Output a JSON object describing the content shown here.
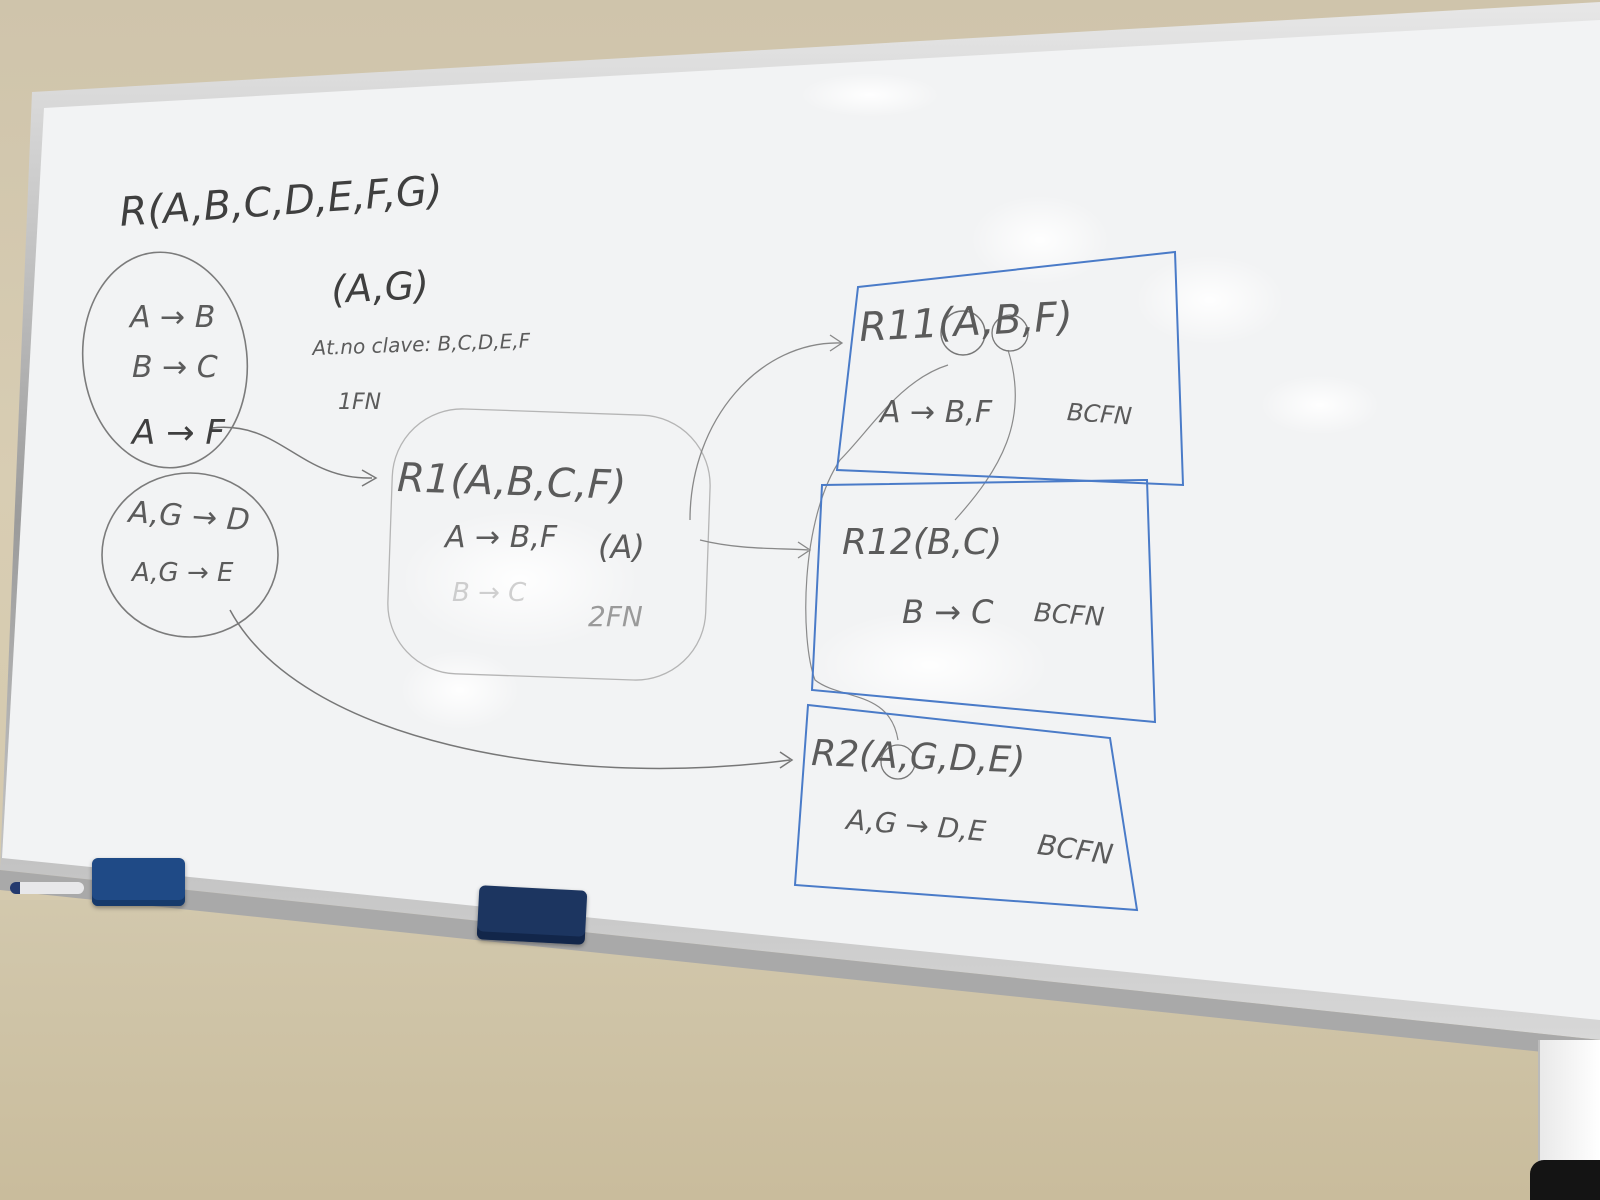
{
  "board": {
    "relation": "R(A,B,C,D,E,F,G)",
    "key": "(A,G)",
    "non_key_attrs": "At.no clave: B,C,D,E,F",
    "normal_form_initial": "1FN",
    "fd_group_1": [
      "A → B",
      "B → C",
      "A → F"
    ],
    "fd_group_2": [
      "A,G → D",
      "A,G → E"
    ],
    "r1": {
      "title": "R1(A,B,C,F)",
      "fd_1": "A → B,F",
      "key": "(A)",
      "fd_2": "B → C",
      "nf": "2FN"
    },
    "r11": {
      "title": "R11(A,B,F)",
      "fd": "A → B,F",
      "nf": "BCFN"
    },
    "r12": {
      "title": "R12(B,C)",
      "fd": "B → C",
      "nf": "BCFN"
    },
    "r2": {
      "title": "R2(A,G,D,E)",
      "fd": "A,G → D,E",
      "nf": "BCFN"
    }
  },
  "colors": {
    "wall": "#d3c7aa",
    "board": "#f4f5f6",
    "marker_black": "#4a4a4a",
    "marker_blue": "#3d6fc0",
    "eraser": "#1f4a86"
  }
}
